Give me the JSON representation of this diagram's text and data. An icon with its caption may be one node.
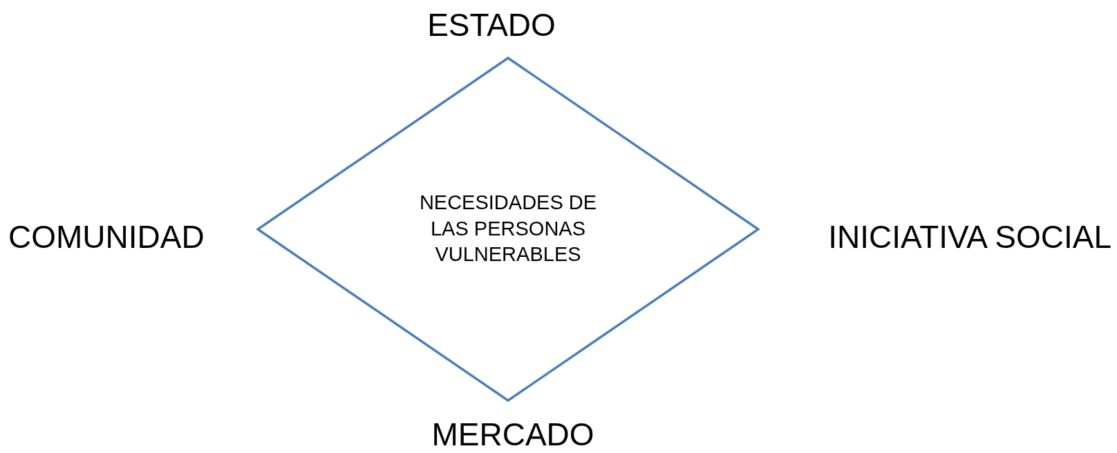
{
  "diagram": {
    "nodes": [
      {
        "text": [
          "NECESIDADES DE LAS PERSONAS VULNERABLES"
        ]
      }
    ],
    "labels": [
      "ESTADO",
      "COMUNIDAD",
      "INICIATIVA SOCIAL",
      "MERCADO"
    ]
  }
}
